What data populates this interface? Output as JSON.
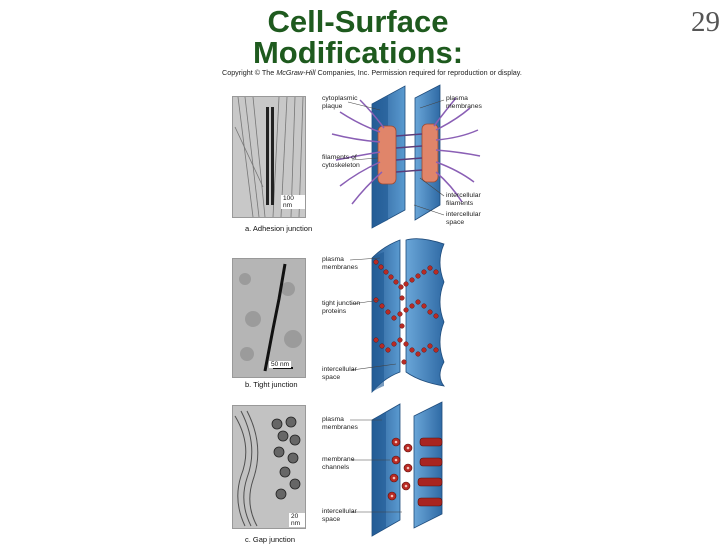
{
  "slide": {
    "title_line1": "Cell-Surface",
    "title_line2": "Modifications:",
    "page_number": "29",
    "copyright_prefix": "Copyright © The ",
    "copyright_italic": "McGraw-Hill",
    "copyright_suffix": " Companies, Inc. Permission required for reproduction or display."
  },
  "panels": {
    "adhesion": {
      "caption": "a. Adhesion junction",
      "scale": "100 nm",
      "label_cytoplasmic_plaque": "cytoplasmic\nplaque",
      "label_plasma_membranes": "plasma\nmembranes",
      "label_filaments": "filaments of\ncytoskeleton",
      "label_intercellular_filaments": "intercellular\nfilaments",
      "label_intercellular_space": "intercellular\nspace"
    },
    "tight": {
      "caption": "b. Tight junction",
      "scale": "50 nm",
      "label_plasma_membranes": "plasma\nmembranes",
      "label_tight_junction_proteins": "tight junction\nproteins",
      "label_intercellular_space": "intercellular\nspace"
    },
    "gap": {
      "caption": "c. Gap junction",
      "scale": "20 nm",
      "label_plasma_membranes": "plasma\nmembranes",
      "label_membrane_channels": "membrane\nchannels",
      "label_intercellular_space": "intercellular\nspace"
    }
  },
  "colors": {
    "title": "#1e5a1e",
    "membrane": "#3f7fb8",
    "plaque": "#e0856a",
    "filament": "#8a5fb5",
    "protein": "#b82a24"
  }
}
